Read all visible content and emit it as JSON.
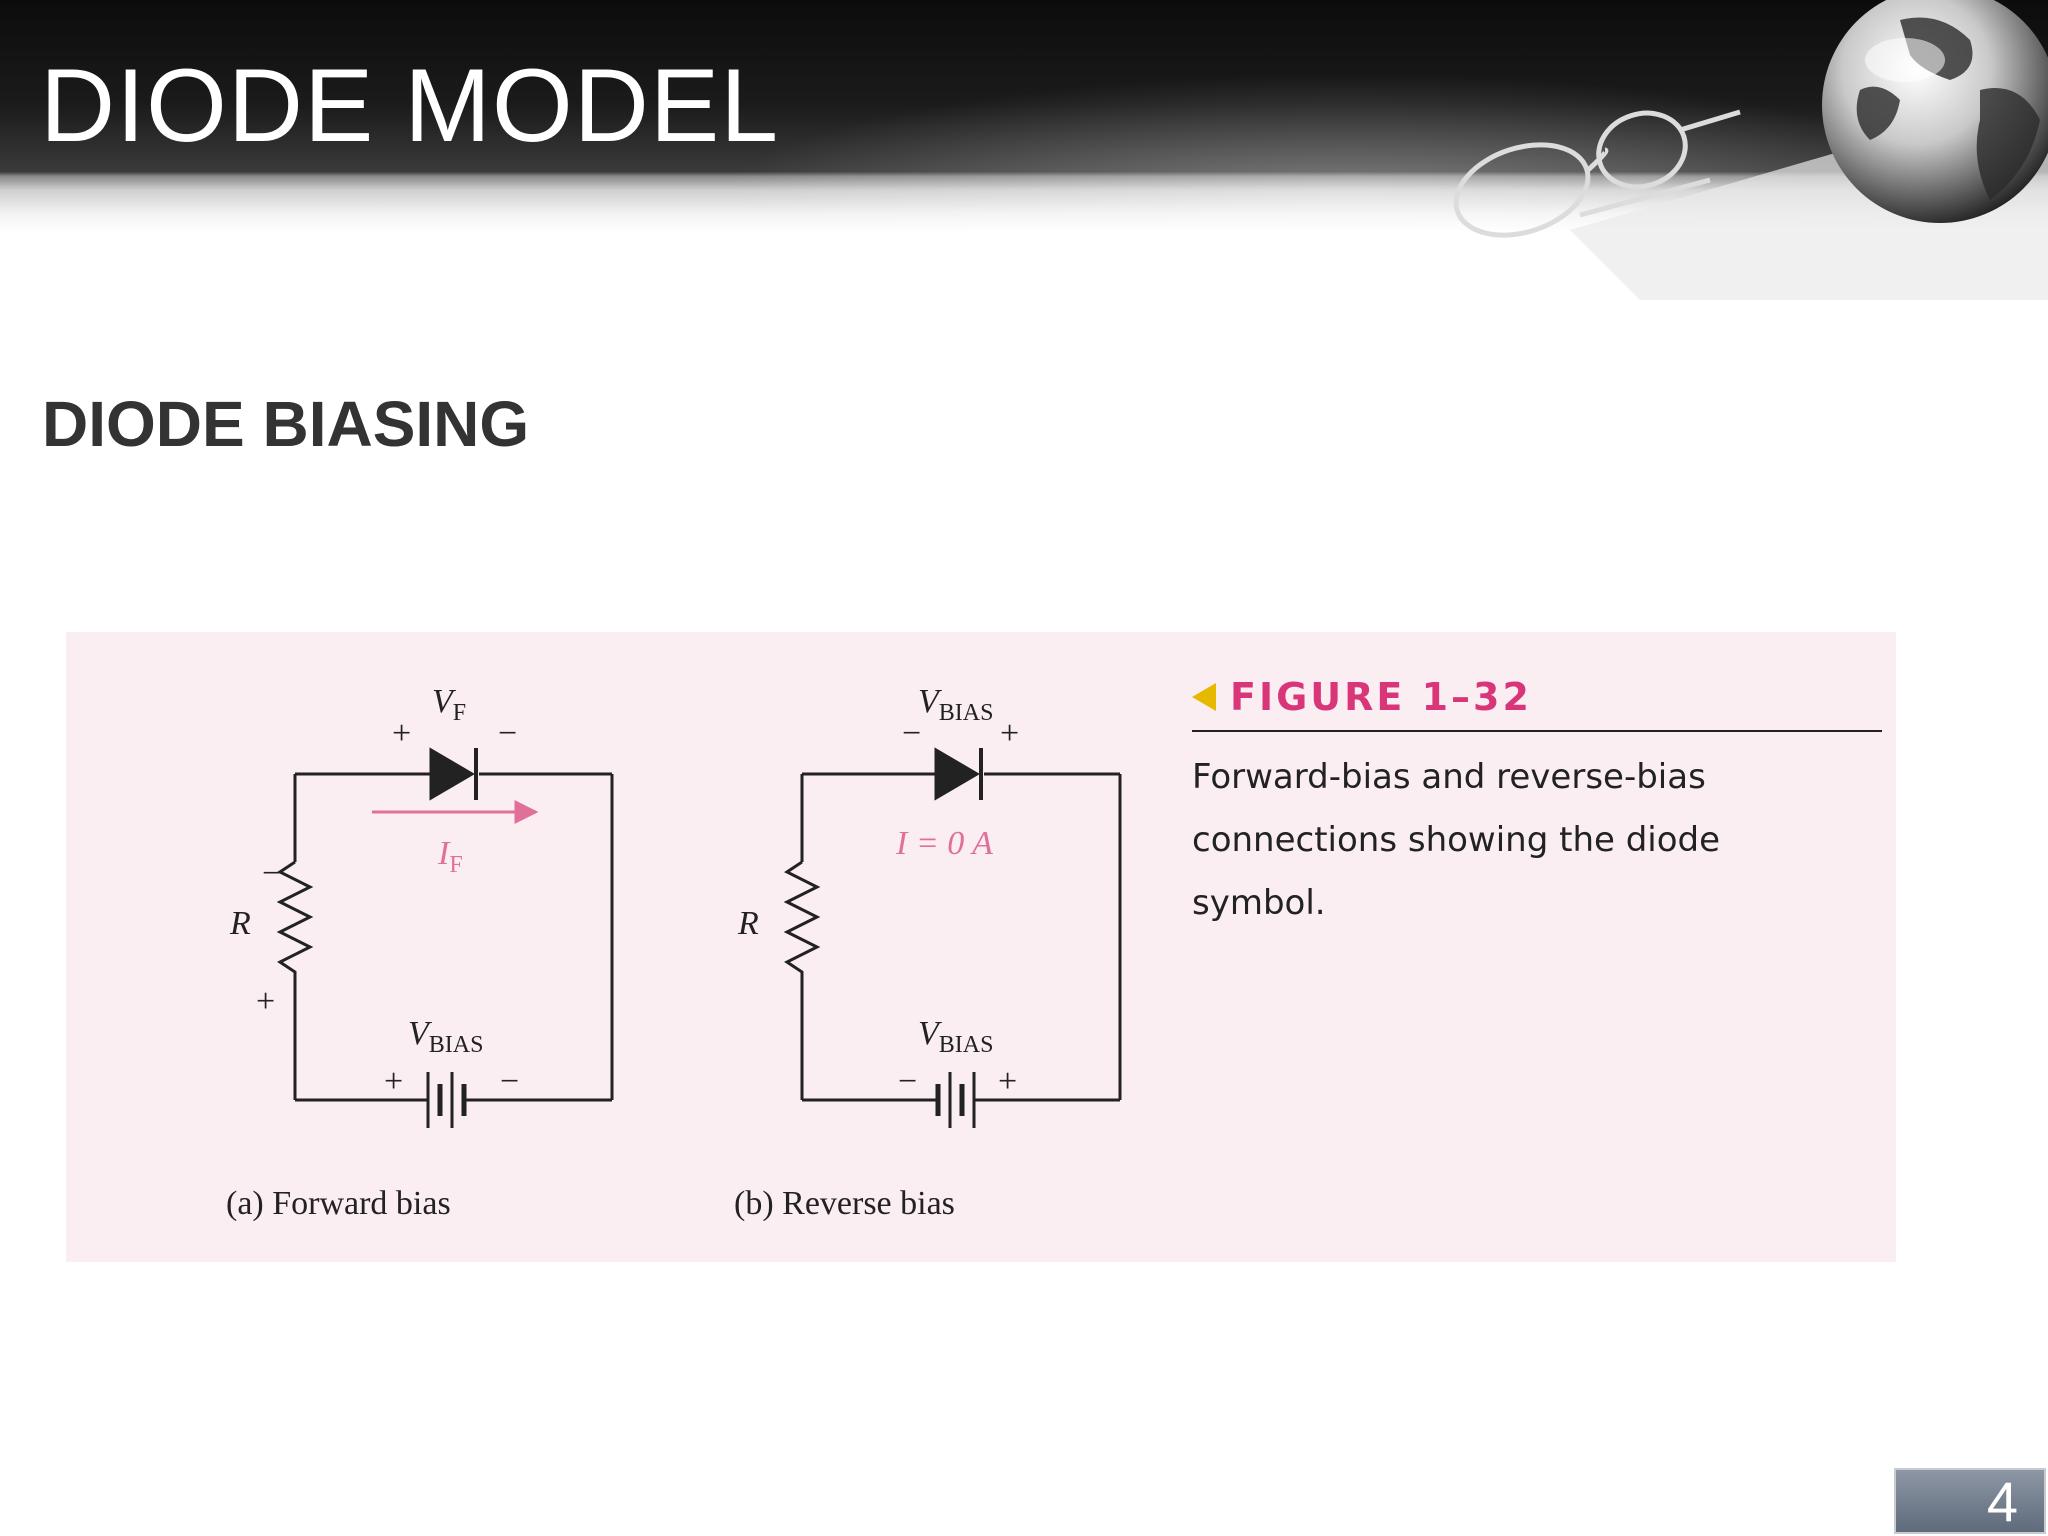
{
  "slide": {
    "title": "DIODE MODEL",
    "subtitle": "DIODE BIASING",
    "page_number": "4"
  },
  "figure": {
    "label": "FIGURE 1–32",
    "caption_lines": [
      "Forward-bias and reverse-bias",
      "connections showing the diode",
      "symbol."
    ],
    "forward": {
      "diode_voltage": "V",
      "diode_voltage_sub": "F",
      "diode_plus": "+",
      "diode_minus": "−",
      "current": "I",
      "current_sub": "F",
      "resistor": "R",
      "resistor_top_sign": "−",
      "resistor_bottom_sign": "+",
      "source": "V",
      "source_sub": "BIAS",
      "source_plus": "+",
      "source_minus": "−",
      "caption": "(a) Forward bias"
    },
    "reverse": {
      "diode_voltage": "V",
      "diode_voltage_sub": "BIAS",
      "diode_minus": "−",
      "diode_plus": "+",
      "current": "I = 0 A",
      "resistor": "R",
      "source": "V",
      "source_sub": "BIAS",
      "source_minus": "−",
      "source_plus": "+",
      "caption": "(b) Reverse bias"
    },
    "colors": {
      "panel": "#fbeef3",
      "accent_pink": "#d9367a",
      "current_pink": "#e0709a",
      "arrow_yellow": "#e6b800",
      "ink": "#222222"
    }
  },
  "decoration": {
    "header_art": "globe-and-eyeglasses-image"
  }
}
